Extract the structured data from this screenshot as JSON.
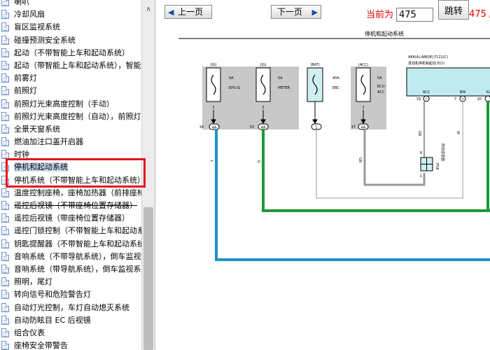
{
  "sidebar": {
    "items": [
      {
        "label": "喇叭"
      },
      {
        "label": "冷却风扇"
      },
      {
        "label": "盲区监视系统"
      },
      {
        "label": "碰撞预测安全系统"
      },
      {
        "label": "起动（不带智能上车和起动系统）"
      },
      {
        "label": "起动（带智能上车和起动系统），智能"
      },
      {
        "label": "前雾灯"
      },
      {
        "label": "前照灯"
      },
      {
        "label": "前照灯光束高度控制（手动）"
      },
      {
        "label": "前照灯光束高度控制（自动），前照灯"
      },
      {
        "label": "全景天窗系统"
      },
      {
        "label": "燃油加注口盖开启器"
      },
      {
        "label": "时钟"
      },
      {
        "label": "停机和起动系统"
      },
      {
        "label": "停机系统（不带智能上车和起动系统）"
      },
      {
        "label": "温度控制座椅，座椅加热器（前排座椅"
      },
      {
        "label": "遥控后视镜（不带座椅位置存储器）"
      },
      {
        "label": "遥控后视镜（带座椅位置存储器）"
      },
      {
        "label": "遥控门锁控制（不带智能上车和起动系"
      },
      {
        "label": "钥匙提醒器（不带智能上车和起动系统"
      },
      {
        "label": "音响系统（不带导航系统），倒车监视"
      },
      {
        "label": "音响系统（带导航系统），倒车监视系"
      },
      {
        "label": "照明，尾灯"
      },
      {
        "label": "转向信号和危险警告灯"
      },
      {
        "label": "自动灯光控制，车灯自动熄灭系统"
      },
      {
        "label": "自动防眩目 EC 后视镜"
      },
      {
        "label": "组合仪表"
      },
      {
        "label": "座椅安全带警告"
      }
    ],
    "scroll_up_glyph": "∧"
  },
  "viewer": {
    "prev_label": "上一页",
    "prev_glyph": "◀",
    "next_label": "下一页",
    "next_glyph": "▶",
    "page_label": "当前为",
    "page_value": "475",
    "jump_label": "跳转",
    "total_label": "475 / "
  },
  "diagram": {
    "title": "停机和起动系统",
    "fuses": [
      {
        "top": "(IG)",
        "rating": "5A",
        "name": "EPS-IG",
        "pin": "2",
        "conn_num": "34",
        "conn": "4A"
      },
      {
        "top": "(IG)",
        "rating": "5A",
        "name": "METER",
        "pin": "2",
        "conn_num": "53",
        "conn": "4A"
      },
      {
        "top": "(BAT)",
        "rating": "40A",
        "name": "EBC",
        "pin": "",
        "conn_num": "",
        "conn": "1"
      },
      {
        "top": "(ACC)",
        "rating": "5A",
        "name_line1": "ECU-",
        "name_line2": "ACC",
        "pin": "2",
        "conn_num": "37",
        "conn": "4A"
      }
    ],
    "ecu": {
      "ref": "A84(A),A86(B),F121(C)",
      "name": "发动机停机和起动 ECU",
      "pins": [
        {
          "label": "ACC",
          "num": "19",
          "conn": "C"
        },
        {
          "label": "BIN",
          "num": "7",
          "conn": "A"
        },
        {
          "label": "IG",
          "num": "20",
          "conn": "C"
        }
      ]
    },
    "wire_colors": {
      "blue": "L",
      "green": "G",
      "gray": "GR",
      "white": "W",
      "grr": "GR"
    },
    "relay": {
      "pin_top": "8",
      "pin_bottom": "1",
      "name": "P58",
      "desc": "附加逆变器"
    },
    "colors": {
      "blue_wire": "#1e90cc",
      "green_wire": "#1a9a3a",
      "gray_wire": "#9a9a9a",
      "fuse_box": "#c8c8c8",
      "fuse_box_cyan": "#cfeff3",
      "ecu_fill": "#bfeaf0"
    }
  }
}
